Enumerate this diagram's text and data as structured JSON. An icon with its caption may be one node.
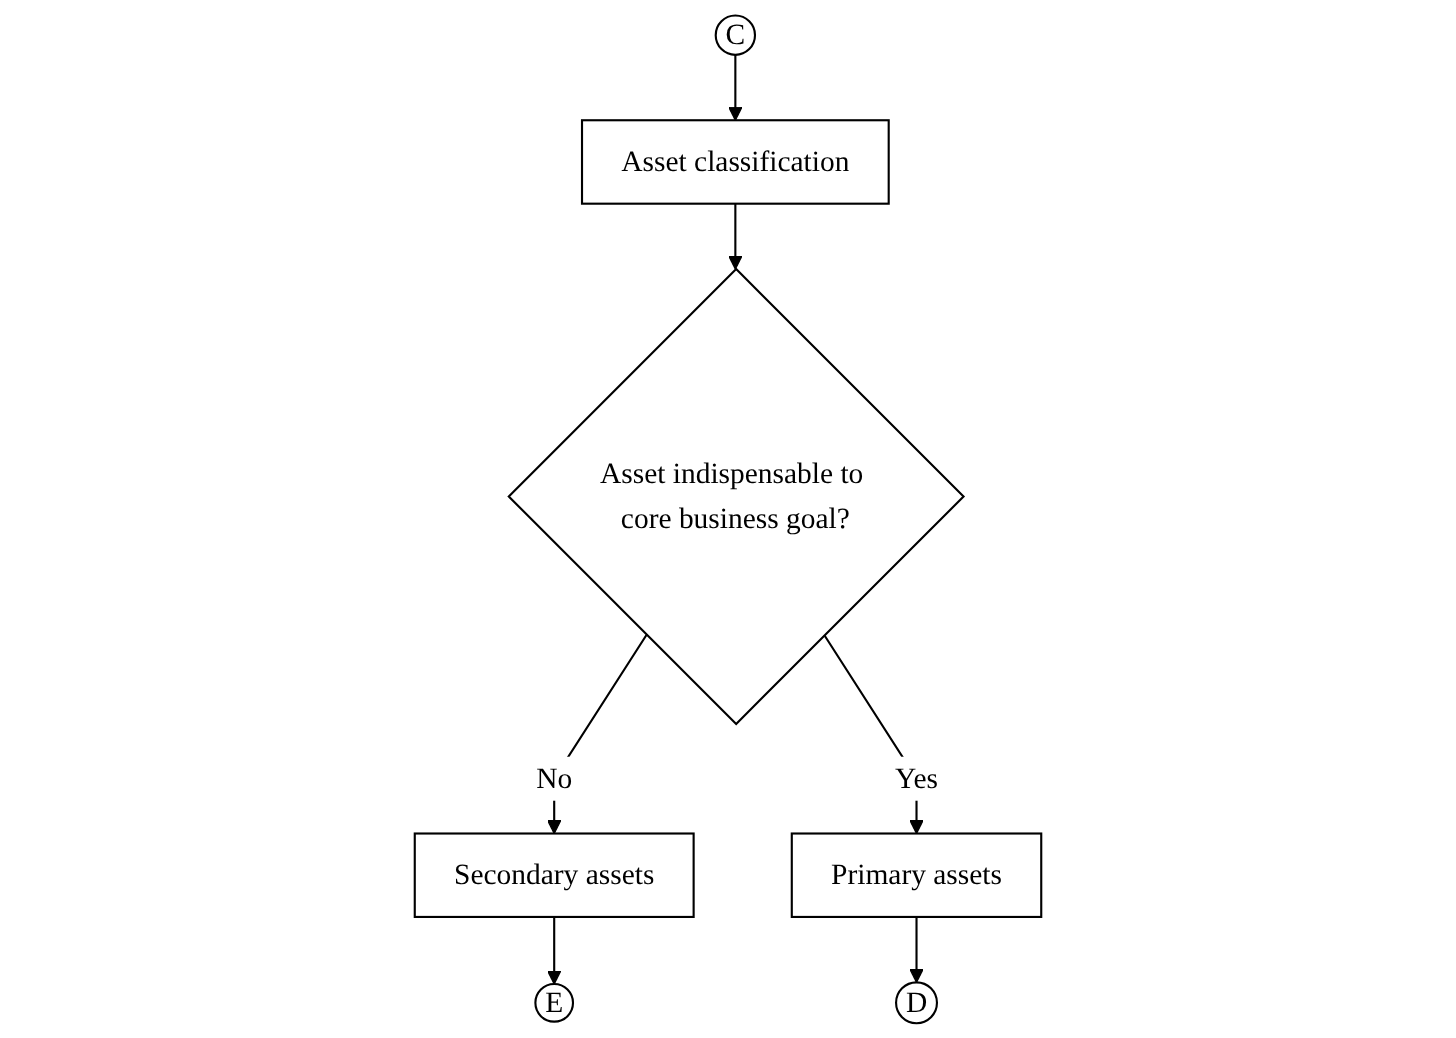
{
  "diagram": {
    "nodes": [
      {
        "text": [
          "C"
        ]
      },
      {
        "text": [
          "Asset classification"
        ]
      },
      {
        "text": [
          "Asset indispensable to core business goal?"
        ]
      },
      {
        "text": [
          "Secondary assets"
        ]
      },
      {
        "text": [
          "Primary assets"
        ]
      },
      {
        "text": [
          "E"
        ]
      },
      {
        "text": [
          "D"
        ]
      }
    ],
    "edges": [
      {
        "from": 0,
        "to": 1,
        "arrow": "to"
      },
      {
        "from": 1,
        "to": 2,
        "arrow": "to"
      },
      {
        "from": 2,
        "to": 3,
        "label": "No",
        "arrow": "to"
      },
      {
        "from": 2,
        "to": 4,
        "label": "Yes",
        "arrow": "to"
      },
      {
        "from": 3,
        "to": 5,
        "arrow": "to"
      },
      {
        "from": 4,
        "to": 6,
        "arrow": "to"
      }
    ]
  }
}
